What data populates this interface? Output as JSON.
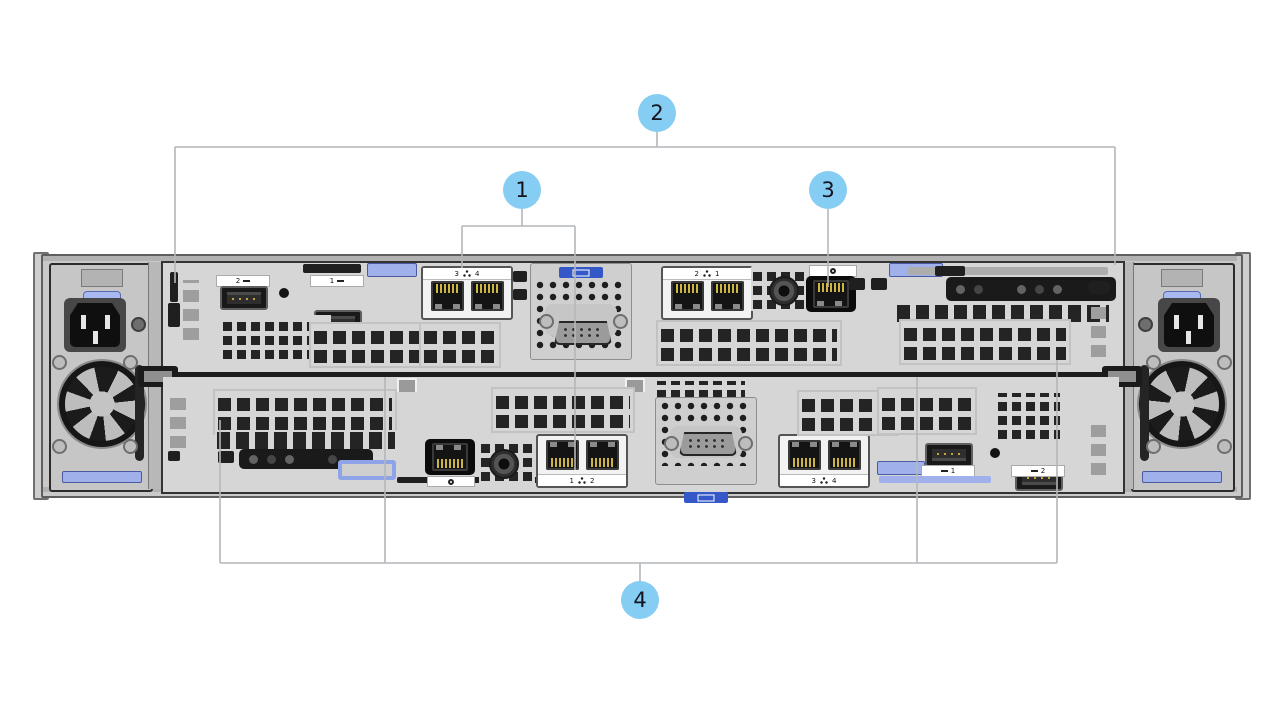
{
  "callouts": {
    "c1": "1",
    "c2": "2",
    "c3": "3",
    "c4": "4"
  },
  "top_node": {
    "usb_left_label": "2",
    "usb_right_label": "1",
    "nic_left": {
      "a": "3",
      "b": "4"
    },
    "nic_right": {
      "a": "2",
      "b": "1"
    }
  },
  "bottom_node": {
    "nic_left": {
      "a": "1",
      "b": "2"
    },
    "nic_right": {
      "a": "3",
      "b": "4"
    },
    "usb_left_label": "1",
    "usb_right_label": "2"
  },
  "colors": {
    "callout_fill": "#85cdf3",
    "leader_line": "#b4b7ba",
    "latch_blue": "#9fb0ea",
    "idrac_label_blue": "#3558c8",
    "chassis_gray": "#c9c9c9",
    "sled_face_gray": "#d6d6d6"
  }
}
